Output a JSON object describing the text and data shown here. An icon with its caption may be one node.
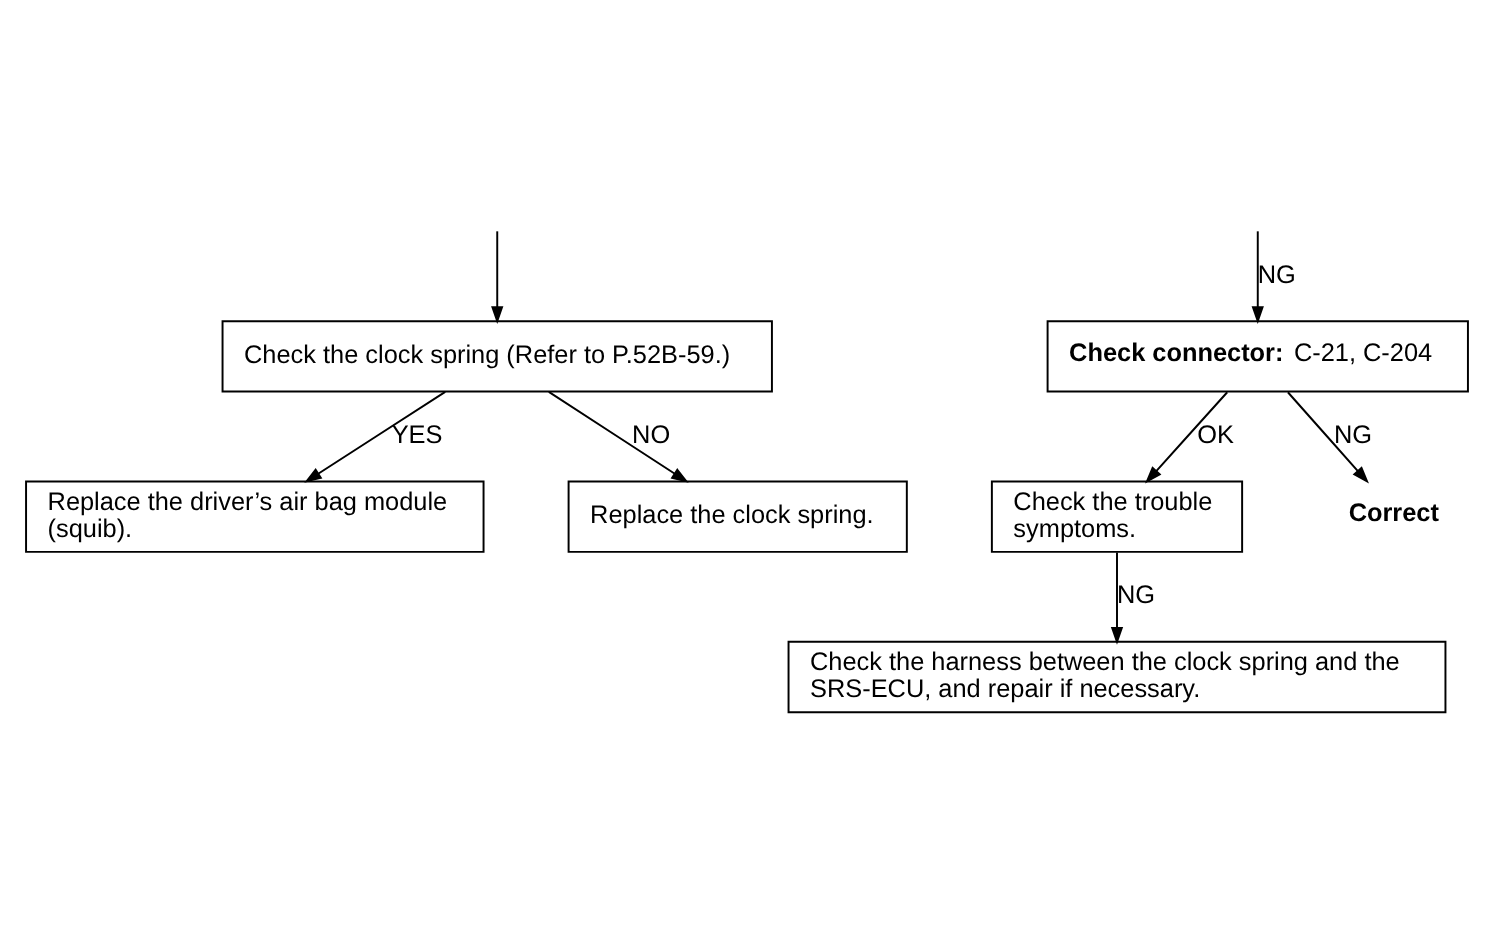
{
  "diagram": {
    "nodes": [
      {
        "text": [
          "Check the clock spring (Refer to P.52B-59.)"
        ]
      },
      {
        "text": [
          "Replace the driver’s air bag module (squib)."
        ]
      },
      {
        "text": [
          "Replace the clock spring."
        ]
      },
      {
        "text": [
          "**Check connector:** C-21, C-204"
        ]
      },
      {
        "text": [
          "Check the trouble symptoms."
        ]
      },
      {
        "text": [
          "Correct"
        ]
      },
      {
        "text": [
          "Check the harness between the clock spring and the SRS-ECU, and repair if necessary."
        ]
      }
    ],
    "edges": [
      {
        "from": null,
        "to": 0,
        "arrow": "to"
      },
      {
        "from": 0,
        "to": 1,
        "label": "YES",
        "arrow": "to"
      },
      {
        "from": 0,
        "to": 2,
        "label": "NO",
        "arrow": "to"
      },
      {
        "from": null,
        "to": 3,
        "label": "NG",
        "arrow": "to"
      },
      {
        "from": 3,
        "to": 4,
        "label": "OK",
        "arrow": "to"
      },
      {
        "from": 3,
        "to": 5,
        "label": "NG",
        "arrow": "to"
      },
      {
        "from": 4,
        "to": 6,
        "label": "NG",
        "arrow": "to"
      }
    ]
  }
}
